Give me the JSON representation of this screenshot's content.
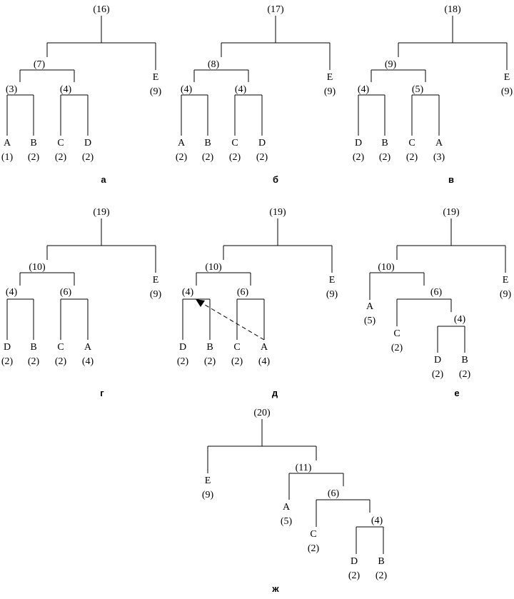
{
  "diagrams": [
    {
      "caption": "а",
      "nodes": {
        "root": {
          "count": "(16)"
        },
        "n1": {
          "count": "(7)"
        },
        "n2": {
          "count": "(3)"
        },
        "n3": {
          "count": "(4)"
        },
        "A": {
          "symbol": "A",
          "count": "(1)"
        },
        "B": {
          "symbol": "B",
          "count": "(2)"
        },
        "C": {
          "symbol": "C",
          "count": "(2)"
        },
        "D": {
          "symbol": "D",
          "count": "(2)"
        },
        "E": {
          "symbol": "E",
          "count": "(9)"
        }
      }
    },
    {
      "caption": "б",
      "nodes": {
        "root": {
          "count": "(17)"
        },
        "n1": {
          "count": "(8)"
        },
        "n2": {
          "count": "(4)"
        },
        "n3": {
          "count": "(4)"
        },
        "A": {
          "symbol": "A",
          "count": "(2)"
        },
        "B": {
          "symbol": "B",
          "count": "(2)"
        },
        "C": {
          "symbol": "C",
          "count": "(2)"
        },
        "D": {
          "symbol": "D",
          "count": "(2)"
        },
        "E": {
          "symbol": "E",
          "count": "(9)"
        }
      }
    },
    {
      "caption": "в",
      "nodes": {
        "root": {
          "count": "(18)"
        },
        "n1": {
          "count": "(9)"
        },
        "n2": {
          "count": "(4)"
        },
        "n3": {
          "count": "(5)"
        },
        "D": {
          "symbol": "D",
          "count": "(2)"
        },
        "B": {
          "symbol": "B",
          "count": "(2)"
        },
        "C": {
          "symbol": "C",
          "count": "(2)"
        },
        "A": {
          "symbol": "A",
          "count": "(3)"
        },
        "E": {
          "symbol": "E",
          "count": "(9)"
        }
      }
    },
    {
      "caption": "г",
      "nodes": {
        "root": {
          "count": "(19)"
        },
        "n1": {
          "count": "(10)"
        },
        "n2": {
          "count": "(4)"
        },
        "n3": {
          "count": "(6)"
        },
        "D": {
          "symbol": "D",
          "count": "(2)"
        },
        "B": {
          "symbol": "B",
          "count": "(2)"
        },
        "C": {
          "symbol": "C",
          "count": "(2)"
        },
        "A": {
          "symbol": "A",
          "count": "(4)"
        },
        "E": {
          "symbol": "E",
          "count": "(9)"
        }
      }
    },
    {
      "caption": "д",
      "nodes": {
        "root": {
          "count": "(19)"
        },
        "n1": {
          "count": "(10)"
        },
        "n2": {
          "count": "(4)"
        },
        "n3": {
          "count": "(6)"
        },
        "D": {
          "symbol": "D",
          "count": "(2)"
        },
        "B": {
          "symbol": "B",
          "count": "(2)"
        },
        "C": {
          "symbol": "C",
          "count": "(2)"
        },
        "A": {
          "symbol": "A",
          "count": "(4)"
        },
        "E": {
          "symbol": "E",
          "count": "(9)"
        }
      }
    },
    {
      "caption": "е",
      "nodes": {
        "root": {
          "count": "(19)"
        },
        "n1": {
          "count": "(10)"
        },
        "n2": {
          "count": "(6)"
        },
        "n3": {
          "count": "(4)"
        },
        "A": {
          "symbol": "A",
          "count": "(5)"
        },
        "C": {
          "symbol": "C",
          "count": "(2)"
        },
        "D": {
          "symbol": "D",
          "count": "(2)"
        },
        "B": {
          "symbol": "B",
          "count": "(2)"
        },
        "E": {
          "symbol": "E",
          "count": "(9)"
        }
      }
    },
    {
      "caption": "ж",
      "nodes": {
        "root": {
          "count": "(20)"
        },
        "n1": {
          "count": "(11)"
        },
        "n2": {
          "count": "(6)"
        },
        "n3": {
          "count": "(4)"
        },
        "E": {
          "symbol": "E",
          "count": "(9)"
        },
        "A": {
          "symbol": "A",
          "count": "(5)"
        },
        "C": {
          "symbol": "C",
          "count": "(2)"
        },
        "D": {
          "symbol": "D",
          "count": "(2)"
        },
        "B": {
          "symbol": "B",
          "count": "(2)"
        }
      }
    }
  ]
}
